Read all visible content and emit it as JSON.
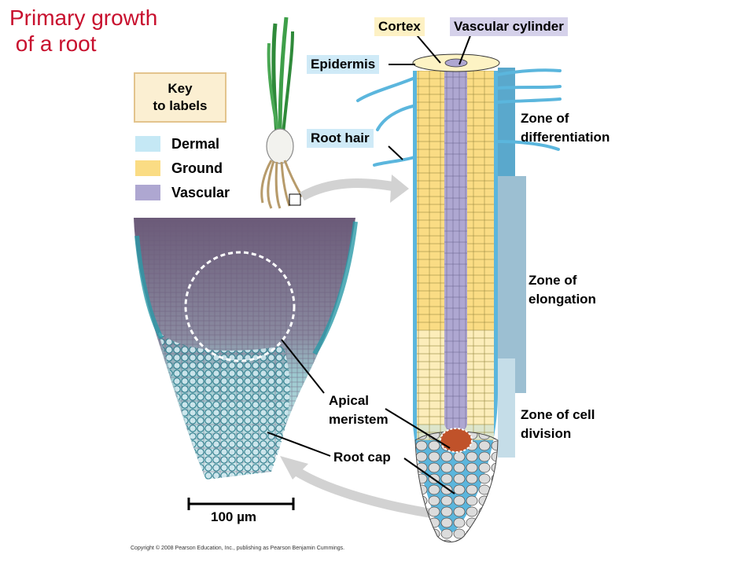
{
  "title": "Primary growth\n of a root",
  "key": {
    "title": "Key\nto labels",
    "items": [
      {
        "label": "Dermal",
        "color": "#c5e8f5"
      },
      {
        "label": "Ground",
        "color": "#fadc84"
      },
      {
        "label": "Vascular",
        "color": "#aea7d1"
      }
    ]
  },
  "labels": {
    "cortex": "Cortex",
    "vascular_cylinder": "Vascular cylinder",
    "epidermis": "Epidermis",
    "root_hair": "Root hair",
    "zone_differentiation": "Zone of\ndifferentiation",
    "zone_elongation": "Zone of\nelongation",
    "zone_cell_division": "Zone of cell\ndivision",
    "apical_meristem": "Apical\nmeristem",
    "root_cap": "Root cap"
  },
  "scale_bar": "100 µm",
  "copyright": "Copyright © 2008 Pearson Education, Inc., publishing as Pearson Benjamin Cummings.",
  "colors": {
    "title": "#c8102e",
    "dermal": "#5bb6dd",
    "ground": "#fadc84",
    "vascular": "#aea7d1",
    "meristem": "#c0522a",
    "root_cap": "#d9d9d9",
    "zone_bar": "#7fb3cc"
  }
}
